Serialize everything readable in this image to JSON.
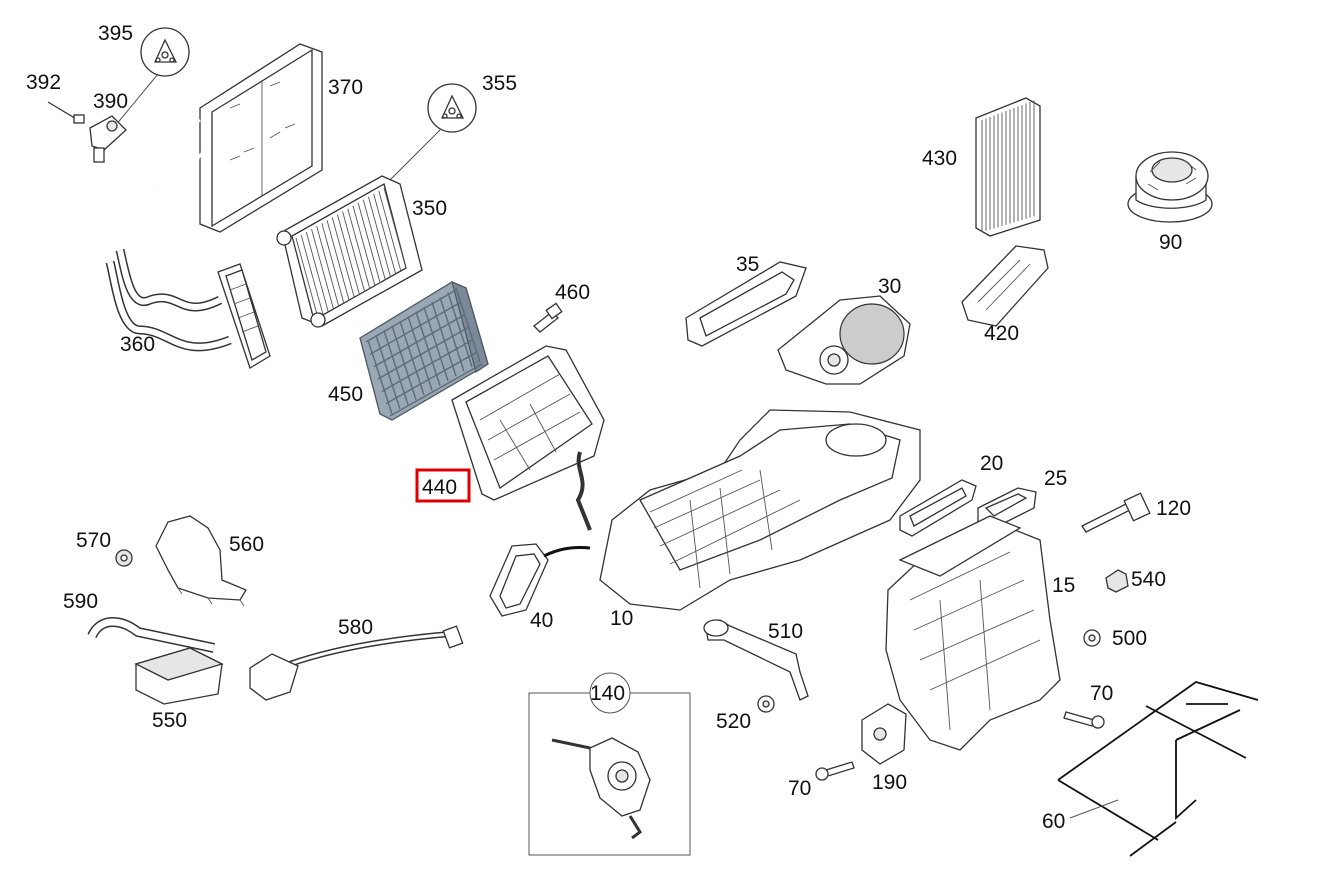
{
  "diagram": {
    "highlight_color": "#dd0000",
    "highlighted_label": "440",
    "callouts": {
      "c392": "392",
      "c395": "395",
      "c390": "390",
      "c370": "370",
      "c355": "355",
      "c350": "350",
      "c360": "360",
      "c450": "450",
      "c460": "460",
      "c440": "440",
      "c35": "35",
      "c30": "30",
      "c430": "430",
      "c420": "420",
      "c90": "90",
      "c20": "20",
      "c25": "25",
      "c120": "120",
      "c15": "15",
      "c540": "540",
      "c500": "500",
      "c70a": "70",
      "c70b": "70",
      "c190": "190",
      "c60": "60",
      "c570": "570",
      "c560": "560",
      "c590": "590",
      "c550": "550",
      "c580": "580",
      "c40": "40",
      "c10": "10",
      "c510": "510",
      "c520": "520",
      "c140": "140"
    }
  }
}
